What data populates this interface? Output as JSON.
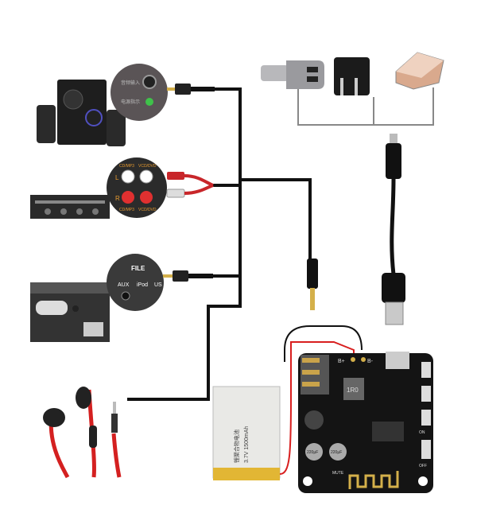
{
  "colors": {
    "wire": "#111111",
    "bracket": "#888888",
    "board": "#141414",
    "red_wire": "#d81e1e",
    "battery": "#e9e9e6",
    "battery_tape": "#e2b634",
    "plug_red": "#c8262a",
    "plug_white": "#dddddd"
  },
  "speaker_panel": {
    "input_label": "音频输入",
    "power_label": "电源指示"
  },
  "rca_panel": {
    "left": "L",
    "right": "R",
    "top_left": "CD/MP3",
    "top_right": "VCD/DVD",
    "bottom_left": "CD/MP3",
    "bottom_right": "VCD/DVD"
  },
  "car_panel": {
    "file": "FILE",
    "aux": "AUX",
    "ipod": "iPod",
    "usb": "US"
  },
  "board": {
    "b_plus": "B+",
    "b_minus": "B-",
    "inductor": "1R0",
    "mute": "MUTE",
    "on": "ON",
    "off": "OFF",
    "cap1": "220µF",
    "cap2": "220µF"
  },
  "battery": {
    "spec": "3.7V 1500mAh",
    "maker": "锂聚合物电池"
  },
  "icons": [
    "speaker-system",
    "amplifier",
    "car-stereo",
    "earphones",
    "car-charger",
    "wall-charger",
    "power-bank",
    "micro-usb-cable",
    "audio-jack-plug",
    "rca-plug",
    "bluetooth-board",
    "lipo-battery"
  ]
}
